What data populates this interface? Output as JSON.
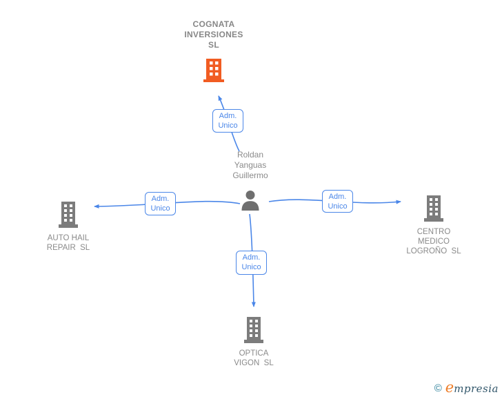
{
  "diagram_title": "COGNATA INVERSIONES SL",
  "colors": {
    "background": "#ffffff",
    "edge_blue": "#4a86e8",
    "building_gray": "#7c7c7c",
    "person_gray": "#6f6f6f",
    "main_company_orange": "#f15c22",
    "label_gray": "#8a8a8a",
    "logo_teal": "#2b7f99",
    "logo_orange": "#ee7c26",
    "logo_dark": "#31566a"
  },
  "nodes": {
    "company_main": {
      "name": "COGNATA INVERSIONES SL",
      "line1": "COGNATA",
      "line2": "INVERSIONES",
      "line3": "SL",
      "icon": "building-icon-orange"
    },
    "person": {
      "name": "Roldan Yanguas Guillermo",
      "line1": "Roldan",
      "line2": "Yanguas",
      "line3": "Guillermo",
      "icon": "person-icon"
    },
    "company_left": {
      "name": "AUTO HAIL REPAIR SL",
      "line1": "AUTO HAIL",
      "line2": "REPAIR  SL",
      "icon": "building-icon-gray"
    },
    "company_right": {
      "name": "CENTRO MEDICO LOGROÑO SL",
      "line1": "CENTRO",
      "line2": "MEDICO",
      "line3": "LOGROÑO  SL",
      "icon": "building-icon-gray"
    },
    "company_bottom": {
      "name": "OPTICA VIGON SL",
      "line1": "OPTICA",
      "line2": "VIGON  SL",
      "icon": "building-icon-gray"
    }
  },
  "edges": [
    {
      "from": "person",
      "to": "company_main",
      "relation": "Adm. Unico",
      "label_line1": "Adm.",
      "label_line2": "Unico"
    },
    {
      "from": "person",
      "to": "company_left",
      "relation": "Adm. Unico",
      "label_line1": "Adm.",
      "label_line2": "Unico"
    },
    {
      "from": "person",
      "to": "company_right",
      "relation": "Adm. Unico",
      "label_line1": "Adm.",
      "label_line2": "Unico"
    },
    {
      "from": "person",
      "to": "company_bottom",
      "relation": "Adm. Unico",
      "label_line1": "Adm.",
      "label_line2": "Unico"
    }
  ],
  "watermark": {
    "copyright": "©",
    "brand_initial": "e",
    "brand_rest": "mpresia",
    "brand": "empresia"
  }
}
